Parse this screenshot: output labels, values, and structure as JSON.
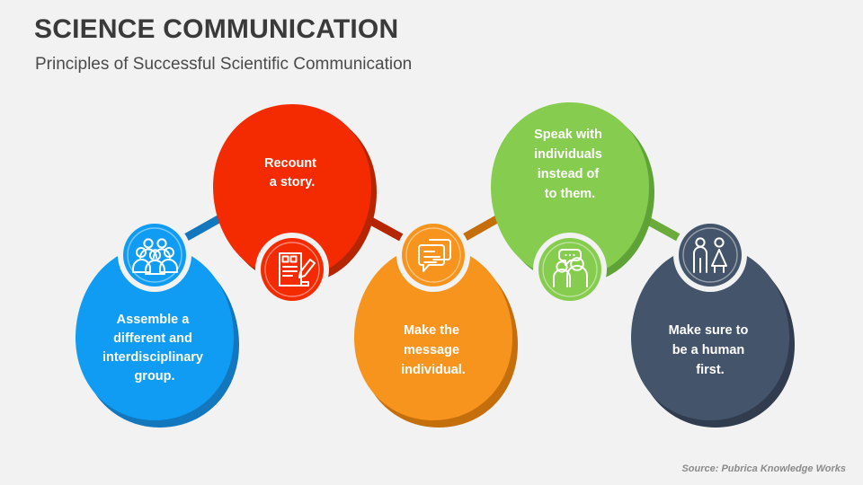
{
  "header": {
    "title": "SCIENCE COMMUNICATION",
    "subtitle": "Principles of Successful Scientific Communication"
  },
  "footer": {
    "source": "Source: Pubrica Knowledge Works"
  },
  "colors": {
    "background": "#f2f2f2",
    "title": "#3a3a3a",
    "subtitle": "#4a4a4a",
    "source": "#8a8a8a",
    "blue": "#109cf3",
    "blue_shadow": "#1277bd",
    "red": "#f42a00",
    "red_shadow": "#b52500",
    "orange": "#f7941d",
    "orange_shadow": "#c46f0c",
    "green": "#86cc4e",
    "green_shadow": "#5fa337",
    "slate": "#44546a",
    "slate_shadow": "#313d4e"
  },
  "nodes": [
    {
      "id": "assemble-group",
      "icon": "people-group-icon",
      "color": "#109cf3",
      "shadow": "#1277bd",
      "orientation": "down",
      "lines": [
        "Assemble a",
        "different and",
        "interdisciplinary",
        "group."
      ]
    },
    {
      "id": "recount-story",
      "icon": "document-pencil-icon",
      "color": "#f42a00",
      "shadow": "#b52500",
      "orientation": "up",
      "lines": [
        "Recount",
        "a story."
      ]
    },
    {
      "id": "message-individual",
      "icon": "chat-bubbles-icon",
      "color": "#f7941d",
      "shadow": "#c46f0c",
      "orientation": "down",
      "lines": [
        "Make the",
        "message",
        "individual."
      ]
    },
    {
      "id": "speak-with-individuals",
      "icon": "people-speech-icon",
      "color": "#86cc4e",
      "shadow": "#5fa337",
      "orientation": "up",
      "lines": [
        "Speak with",
        "individuals",
        "instead of",
        "to them."
      ]
    },
    {
      "id": "be-human-first",
      "icon": "man-woman-icon",
      "color": "#44546a",
      "shadow": "#313d4e",
      "orientation": "down",
      "lines": [
        "Make sure to",
        "be a human",
        "first."
      ]
    }
  ],
  "connectors": [
    {
      "id": "connector-1-2",
      "color": "#1277bd"
    },
    {
      "id": "connector-2-3",
      "color": "#b52500"
    },
    {
      "id": "connector-3-4",
      "color": "#c46f0c"
    },
    {
      "id": "connector-4-5",
      "color": "#6aab3c"
    }
  ]
}
